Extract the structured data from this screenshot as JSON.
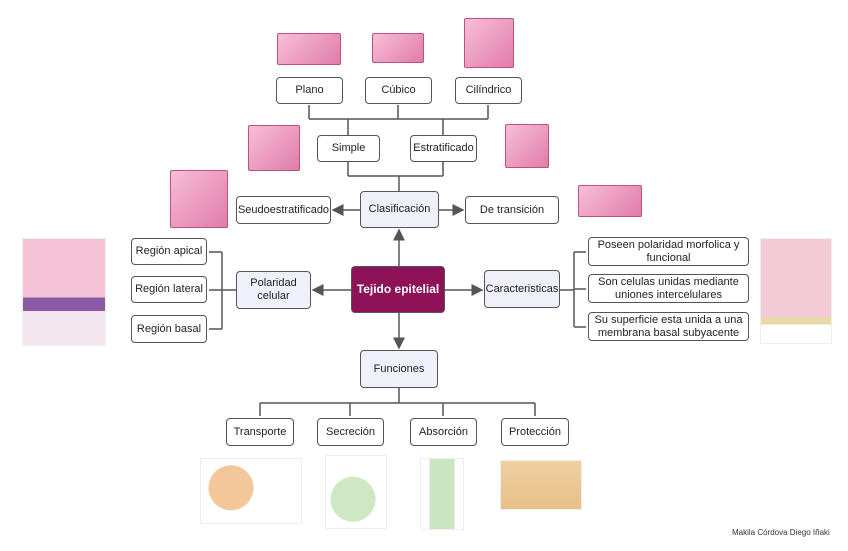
{
  "center": "Tejido epitelial",
  "classification": {
    "label": "Clasificación",
    "simple": "Simple",
    "stratified": "Estratificado",
    "shapes": [
      "Plano",
      "Cúbico",
      "Cilíndrico"
    ],
    "pseudostratified": "Seudoestratificado",
    "transitional": "De transición"
  },
  "polarity": {
    "label": "Polaridad celular",
    "items": [
      "Región apical",
      "Región lateral",
      "Región basal"
    ]
  },
  "characteristics": {
    "label": "Caracteristicas",
    "items": [
      "Poseen polaridad morfolica y funcional",
      "Son celulas unidas mediante uniones intercelulares",
      "Su superficie esta unida a una membrana basal subyacente"
    ]
  },
  "functions": {
    "label": "Funciones",
    "items": [
      "Transporte",
      "Secreción",
      "Absorción",
      "Protección"
    ]
  },
  "signature": "Makila Córdova Diego Iñaki",
  "colors": {
    "center": "#8e1258",
    "hub": "#f0f0fb",
    "line": "#555555"
  }
}
